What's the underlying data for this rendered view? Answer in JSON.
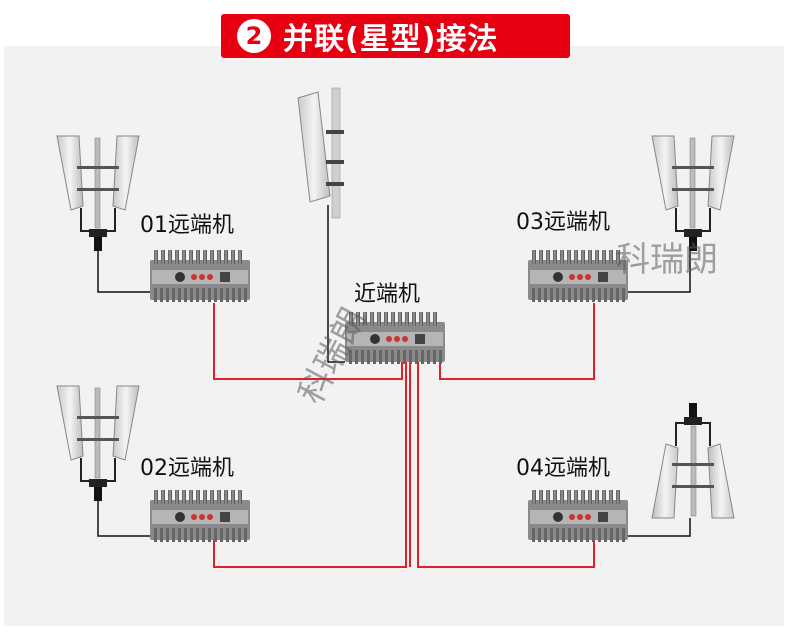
{
  "title": {
    "badge": "2",
    "text": "并联(星型)接法"
  },
  "labels": {
    "near_unit": "近端机",
    "remote_01": "01远端机",
    "remote_02": "02远端机",
    "remote_03": "03远端机",
    "remote_04": "04远端机"
  },
  "watermarks": [
    "科瑞朗",
    "科瑞朗"
  ],
  "colors": {
    "banner": "#e60012",
    "feeder_cable": "#e0202a",
    "antenna_cable": "#111111",
    "background": "#f2f2f2"
  }
}
